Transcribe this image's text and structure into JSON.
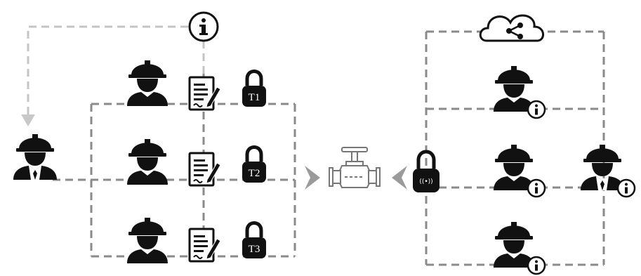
{
  "info_icon": "info-icon",
  "cloud_icon": "cloud-share-icon",
  "worker_icon": "worker-helmet-icon",
  "supervisor_icon": "supervisor-helmet-tie-icon",
  "document_icon": "document-sign-icon",
  "valve_icon": "pipe-valve-icon",
  "smart_lock_icon": "wireless-padlock-icon",
  "locks": [
    {
      "label": "T1"
    },
    {
      "label": "T2"
    },
    {
      "label": "T3"
    }
  ],
  "smart_lock": {
    "label": "((•))"
  },
  "info_badge": {
    "label": "i"
  },
  "colors": {
    "icon": "#111111",
    "line_dark": "#8a8a8a",
    "line_light": "#c4c4c4",
    "arrow": "#9a9a9a",
    "valve": "#777777"
  }
}
